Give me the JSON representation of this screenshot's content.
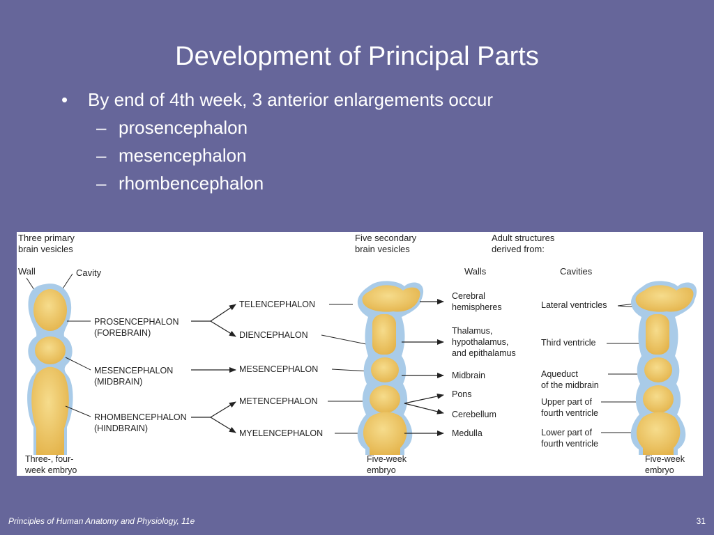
{
  "slide": {
    "title": "Development of Principal Parts",
    "bullet": {
      "symbol": "•",
      "text": "By end of 4th week, 3 anterior enlargements occur",
      "dash": "–",
      "subitems": [
        "prosencephalon",
        "mesencephalon",
        "rhombencephalon"
      ]
    }
  },
  "figure": {
    "headings": {
      "primary": [
        "Three primary",
        "brain vesicles"
      ],
      "secondary": [
        "Five secondary",
        "brain vesicles"
      ],
      "adult": [
        "Adult structures",
        "derived from:"
      ],
      "walls": "Walls",
      "cavities": "Cavities"
    },
    "wall_label": "Wall",
    "cavity_label": "Cavity",
    "primary_vesicles": [
      [
        "PROSENCEPHALON",
        "(FOREBRAIN)"
      ],
      [
        "MESENCEPHALON",
        "(MIDBRAIN)"
      ],
      [
        "RHOMBENCEPHALON",
        "(HINDBRAIN)"
      ]
    ],
    "secondary_vesicles": [
      "TELENCEPHALON",
      "DIENCEPHALON",
      "MESENCEPHALON",
      "METENCEPHALON",
      "MYELENCEPHALON"
    ],
    "adult_walls": [
      [
        "Cerebral",
        "hemispheres"
      ],
      [
        "Thalamus,",
        "hypothalamus,",
        "and epithalamus"
      ],
      [
        "Midbrain"
      ],
      [
        "Pons"
      ],
      [
        "Cerebellum"
      ],
      [
        "Medulla"
      ]
    ],
    "adult_cavities": [
      [
        "Lateral ventricles"
      ],
      [
        "Third ventricle"
      ],
      [
        "Aqueduct",
        "of the midbrain"
      ],
      [
        "Upper part of",
        "fourth ventricle"
      ],
      [
        "Lower part of",
        "fourth ventricle"
      ]
    ],
    "embryo_captions": {
      "first": [
        "Three-, four-",
        "week embryo"
      ],
      "second": [
        "Five-week",
        "embryo"
      ],
      "third": [
        "Five-week",
        "embryo"
      ]
    },
    "colors": {
      "outer_membrane": "#a9cbe8",
      "tissue": "#e4b44c",
      "tissue_highlight": "#f6dc8c"
    }
  },
  "footer": {
    "book": "Principles of Human Anatomy and Physiology, 11e",
    "page": "31"
  }
}
